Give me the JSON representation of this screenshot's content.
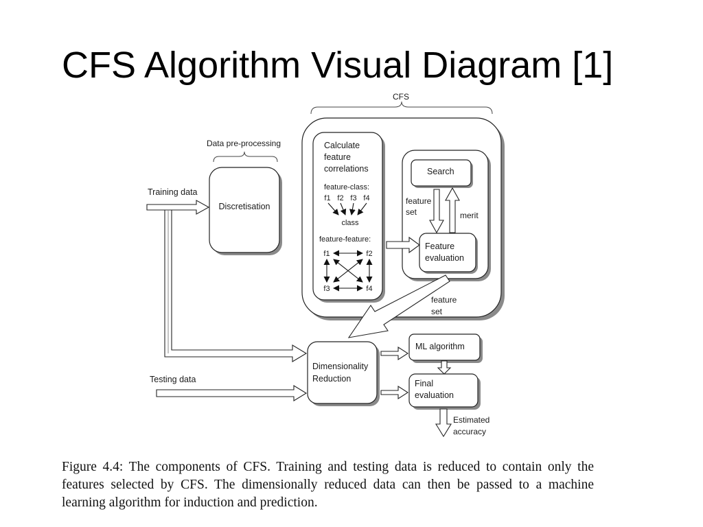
{
  "slide": {
    "title": "CFS Algorithm Visual Diagram [1]"
  },
  "diagram": {
    "cfs_label": "CFS",
    "preprocessing_label": "Data pre-processing",
    "training_data": "Training data",
    "testing_data": "Testing data",
    "discretisation": "Discretisation",
    "calculate_lines": [
      "Calculate",
      "feature",
      "correlations"
    ],
    "feature_class_label": "feature-class:",
    "feature_names": [
      "f1",
      "f2",
      "f3",
      "f4"
    ],
    "class_label": "class",
    "feature_feature_label": "feature-feature:",
    "search": "Search",
    "feature_set_inner": [
      "feature",
      "set"
    ],
    "merit": "merit",
    "feature_evaluation": [
      "Feature",
      "evaluation"
    ],
    "feature_set_outer": [
      "feature",
      "set"
    ],
    "dimensionality_reduction": [
      "Dimensionality",
      "Reduction"
    ],
    "ml_algorithm": "ML algorithm",
    "final_evaluation": [
      "Final",
      "evaluation"
    ],
    "estimated_accuracy": [
      "Estimated",
      "accuracy"
    ]
  },
  "caption": {
    "text": "Figure 4.4: The components of CFS. Training and testing data is reduced to contain only the features selected by CFS. The dimensionally reduced data can then be passed to a machine learning algorithm for induction and prediction."
  }
}
